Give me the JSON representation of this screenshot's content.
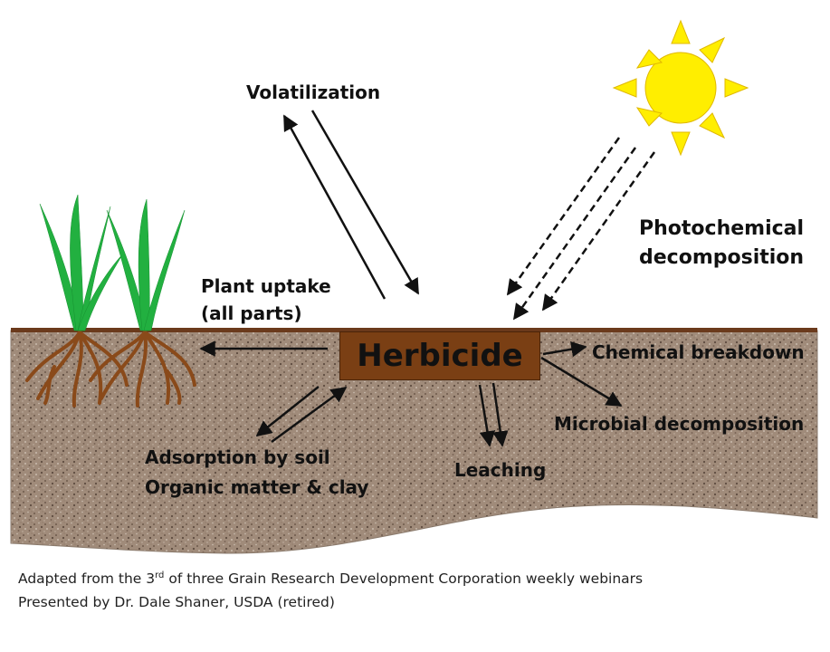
{
  "herbicide": "Herbicide",
  "processes": {
    "volatilization": "Volatilization",
    "photochemical_line1": "Photochemical",
    "photochemical_line2": "decomposition",
    "plant_uptake_line1": "Plant uptake",
    "plant_uptake_line2": "(all parts)",
    "chemical_breakdown": "Chemical breakdown",
    "microbial_decomposition": "Microbial decomposition",
    "adsorption_line1": "Adsorption by soil",
    "adsorption_line2": "Organic matter & clay",
    "leaching": "Leaching"
  },
  "caption": {
    "line1_prefix": "Adapted from the 3",
    "line1_sup": "rd",
    "line1_suffix": " of three Grain Research Development Corporation weekly webinars",
    "line2": "Presented by Dr. Dale Shaner, USDA (retired)"
  },
  "colors": {
    "soil": "#a08b7a",
    "soil_surface": "#6b3a1c",
    "herbicide_box": "#7a3f14",
    "sun": "#ffee00",
    "grass": "#22b040",
    "roots": "#8a4a1a"
  }
}
